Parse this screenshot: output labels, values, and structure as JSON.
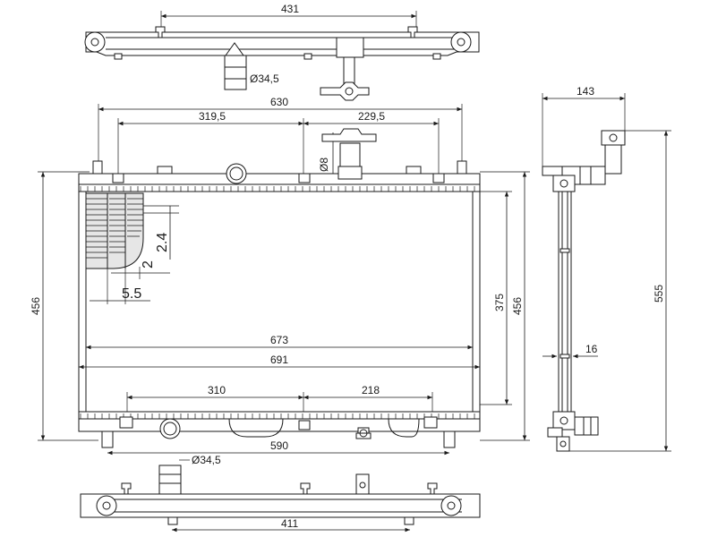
{
  "dimensions": {
    "top_width": "431",
    "top_inlet_dia": "Ø34,5",
    "core_width": "630",
    "left_span": "319,5",
    "right_span": "229,5",
    "cap_dia": "Ø8",
    "fin_pitch": "2.4",
    "fin_gap": "2",
    "tube_pitch": "5.5",
    "core_height": "375",
    "total_height_left": "456",
    "total_height_right": "456",
    "inner_width": "673",
    "total_width": "691",
    "bottom_left_span": "310",
    "bottom_right_span": "218",
    "bottom_width": "590",
    "bottom_outlet_dia": "Ø34,5",
    "bottom_tank_width": "411",
    "side_depth": "143",
    "side_height": "555",
    "core_thickness": "16"
  }
}
